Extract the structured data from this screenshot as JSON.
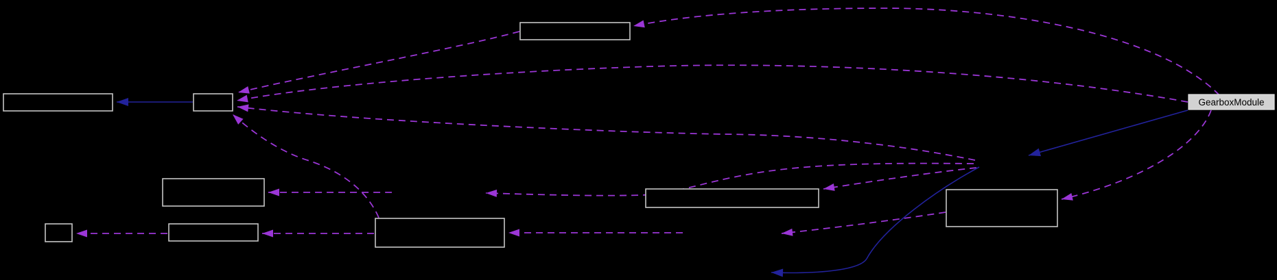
{
  "diagram": {
    "type": "module-dependency-graph",
    "background": "#000000",
    "colors": {
      "dashed_edge": "#9b36d6",
      "solid_edge": "#22229b",
      "node_border": "#c6c6c6",
      "node_fill": "#000000"
    },
    "highlighted_node": {
      "label": "GearboxModule",
      "fill": "#d2d2d2",
      "border": "#e3e3e3",
      "text_color": "#000000"
    },
    "nodes": [
      {
        "id": "node-top",
        "label": ""
      },
      {
        "id": "node-left-wide",
        "label": ""
      },
      {
        "id": "node-left-small",
        "label": ""
      },
      {
        "id": "node-mid-left",
        "label": ""
      },
      {
        "id": "node-small-square",
        "label": ""
      },
      {
        "id": "node-bottom-left",
        "label": ""
      },
      {
        "id": "node-bottom-mid",
        "label": ""
      },
      {
        "id": "node-center-wide",
        "label": ""
      },
      {
        "id": "node-right",
        "label": ""
      },
      {
        "id": "gearbox-module",
        "label": "GearboxModule"
      }
    ],
    "edges": [
      {
        "from": "gearbox-module",
        "to": "node-top",
        "style": "dashed"
      },
      {
        "from": "node-top",
        "to": "node-left-small",
        "style": "dashed"
      },
      {
        "from": "gearbox-module",
        "to": "node-left-small",
        "style": "dashed"
      },
      {
        "from": "hidden-hub",
        "to": "node-left-small",
        "style": "dashed"
      },
      {
        "from": "node-bottom-mid",
        "to": "node-left-small",
        "style": "dashed"
      },
      {
        "from": "hidden-hub",
        "to": "node-center-wide",
        "style": "dashed"
      },
      {
        "from": "hidden-hub",
        "to": "hidden-node-a",
        "style": "dashed"
      },
      {
        "from": "hidden-node-a",
        "to": "node-mid-left",
        "style": "dashed"
      },
      {
        "from": "node-right",
        "to": "hidden-node-b",
        "style": "dashed"
      },
      {
        "from": "hidden-node-b",
        "to": "node-bottom-mid",
        "style": "dashed"
      },
      {
        "from": "node-bottom-mid",
        "to": "node-bottom-left",
        "style": "dashed"
      },
      {
        "from": "node-bottom-left",
        "to": "node-small-square",
        "style": "dashed"
      },
      {
        "from": "gearbox-module",
        "to": "node-right",
        "style": "dashed"
      },
      {
        "from": "node-left-small",
        "to": "node-left-wide",
        "style": "solid"
      },
      {
        "from": "gearbox-module",
        "to": "hidden-hub",
        "style": "solid"
      },
      {
        "from": "hidden-hub",
        "to": "hidden-node-c",
        "style": "solid"
      }
    ]
  }
}
